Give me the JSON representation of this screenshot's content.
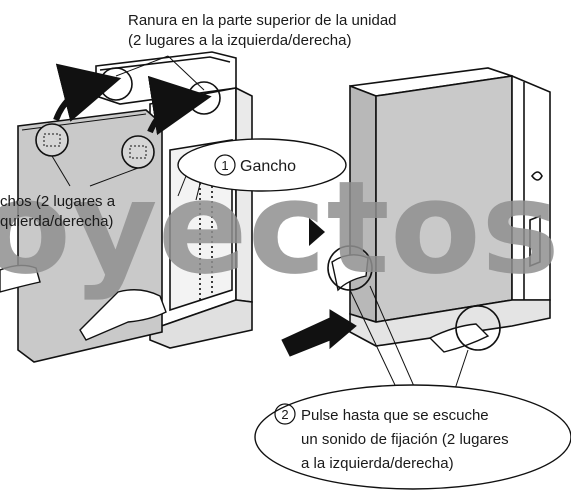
{
  "caption_top": {
    "line1": "Ranura en la parte superior de la unidad",
    "line2": "(2 lugares a la izquierda/derecha)"
  },
  "caption_left": {
    "line1": "chos (2 lugares a",
    "line2": "quierda/derecha)"
  },
  "step1": {
    "number": "1",
    "label": "Gancho"
  },
  "step2": {
    "number": "2",
    "line1": "Pulse hasta que se escuche",
    "line2": "un sonido de fijación (2 lugares",
    "line3": "a la izquierda/derecha)"
  },
  "watermark": "oyectos",
  "colors": {
    "ink": "#1a1a1a",
    "panel_fill": "#c9c9c9",
    "watermark": "#8f8f8f"
  }
}
